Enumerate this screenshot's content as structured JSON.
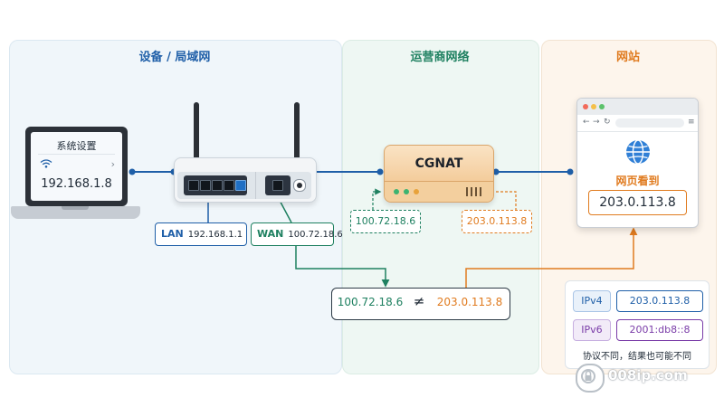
{
  "zones": {
    "device": "设备 / 局域网",
    "carrier": "运营商网络",
    "website": "网站"
  },
  "laptop": {
    "screen_title": "系统设置",
    "ip": "192.168.1.8"
  },
  "router": {
    "lan_label": "LAN",
    "lan_ip": "192.168.1.1",
    "wan_label": "WAN",
    "wan_ip": "100.72.18.6"
  },
  "cgnat": {
    "title": "CGNAT",
    "inside_ip": "100.72.18.6",
    "outside_ip": "203.0.113.8"
  },
  "comparison": {
    "left": "100.72.18.6",
    "symbol": "≠",
    "right": "203.0.113.8"
  },
  "website": {
    "seen_title": "网页看到",
    "seen_ip": "203.0.113.8"
  },
  "legend": {
    "ipv4_label": "IPv4",
    "ipv4_value": "203.0.113.8",
    "ipv6_label": "IPv6",
    "ipv6_value": "2001:db8::8",
    "note": "协议不同，结果也可能不同"
  },
  "watermark": "008ip.com",
  "colors": {
    "blue": "#1f5fa8",
    "green": "#1e8060",
    "orange": "#e07b1f",
    "purple": "#7a3ca8"
  },
  "icons": [
    "wifi-icon",
    "chevron-right-icon",
    "globe-icon",
    "back-icon",
    "forward-icon",
    "reload-icon",
    "menu-icon"
  ]
}
